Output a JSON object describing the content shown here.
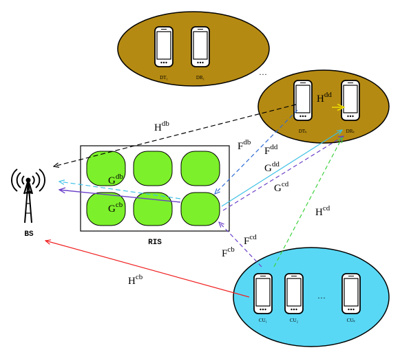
{
  "cluster_top": {
    "labels": [
      "DT₁",
      "DR₁"
    ]
  },
  "cluster_mid": {
    "labels": [
      "DTₖ",
      "DRₖ"
    ]
  },
  "cluster_bottom": {
    "labels": [
      "CU₁",
      "CU₂",
      "CUₖ"
    ]
  },
  "ellipsis": "···",
  "bs_label": "BS",
  "ris_label": "RIS",
  "channels": {
    "Hdb": {
      "base": "H",
      "sup": "db"
    },
    "Hdd": {
      "base": "H",
      "sup": "dd"
    },
    "Fdb": {
      "base": "F",
      "sup": "db"
    },
    "Fdd": {
      "base": "F",
      "sup": "dd"
    },
    "Gdd": {
      "base": "G",
      "sup": "dd"
    },
    "Gcd": {
      "base": "G",
      "sup": "cd"
    },
    "Gdb": {
      "base": "G",
      "sup": "db"
    },
    "Gcb": {
      "base": "G",
      "sup": "cb"
    },
    "Hcd": {
      "base": "H",
      "sup": "cd"
    },
    "Fcd": {
      "base": "F",
      "sup": "cd"
    },
    "Fcb": {
      "base": "F",
      "sup": "cb"
    },
    "Hcb": {
      "base": "H",
      "sup": "cb"
    }
  },
  "colors": {
    "d2d_cluster": "#b58a12",
    "cu_cluster": "#59d8f5",
    "ris_element": "#7cf02a",
    "red": "#f02020",
    "blue": "#2f6bd6",
    "purple": "#6a3fc8",
    "cyan": "#3cc0e6",
    "green": "#3ed23e",
    "yellow": "#f0e000"
  }
}
